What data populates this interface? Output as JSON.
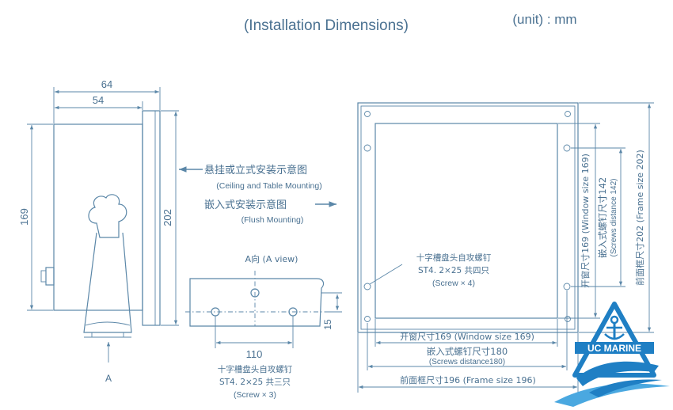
{
  "header": {
    "title": "(Installation  Dimensions)",
    "unit": "(unit) : mm"
  },
  "side_view": {
    "dim_64": "64",
    "dim_54": "54",
    "dim_169": "169",
    "dim_202": "202",
    "view_marker": "A"
  },
  "mounting_labels": {
    "ceiling_cn": "悬挂或立式安装示意图",
    "ceiling_en": "(Ceiling and Table Mounting)",
    "flush_cn": "嵌入式安装示意图",
    "flush_en": "(Flush Mounting)"
  },
  "a_view": {
    "title": "A向 (A view)",
    "dim_110": "110",
    "dim_15": "15",
    "screw_cn": "十字槽盘头自攻螺钉",
    "screw_spec": "ST4. 2×25  共三只",
    "screw_en": "(Screw  ×  3)"
  },
  "front_view": {
    "screw_cn": "十字槽盘头自攻螺钉",
    "screw_spec": "ST4. 2×25  共四只",
    "screw_en": "(Screw  ×  4)",
    "window_h": "开窗尺寸169 (Window  size  169)",
    "screws_h_cn": "嵌入式螺钉尺寸180",
    "screws_h_en": "(Screws  distance180)",
    "frame_h": "前面框尺寸196  (Frame  size  196)",
    "window_v": "开窗尺寸169 (Window  size  169)",
    "screws_v_cn": "嵌入式螺钉尺寸142",
    "screws_v_en": "(Screws  distance 142)",
    "frame_v": "前面框尺寸202  (Frame  size  202)"
  },
  "logo": {
    "text": "UC MARINE",
    "colors": {
      "primary": "#1f7fc4",
      "light": "#4aa8e0"
    }
  }
}
